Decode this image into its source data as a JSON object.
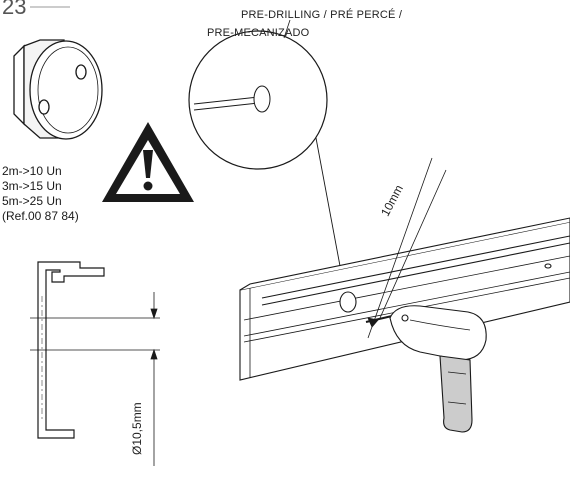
{
  "step": {
    "number": "23"
  },
  "callout": {
    "line1": "PRE-DRILLING / PRÉ PERCÉ /",
    "line2": "PRE-MECANIZADO"
  },
  "quantities": [
    "2m->10 Un",
    "3m->15 Un",
    "5m->25 Un",
    "(Ref.00 87 84)"
  ],
  "dimensions": {
    "drill_distance": "10mm",
    "hole_diameter": "Ø10,5mm"
  },
  "icons": {
    "warning": "warning-triangle-icon",
    "cap": "end-cap-icon",
    "drill": "drill-icon"
  },
  "colors": {
    "line": "#1a1a1a",
    "fill": "#ffffff",
    "grip": "#cccccc"
  }
}
